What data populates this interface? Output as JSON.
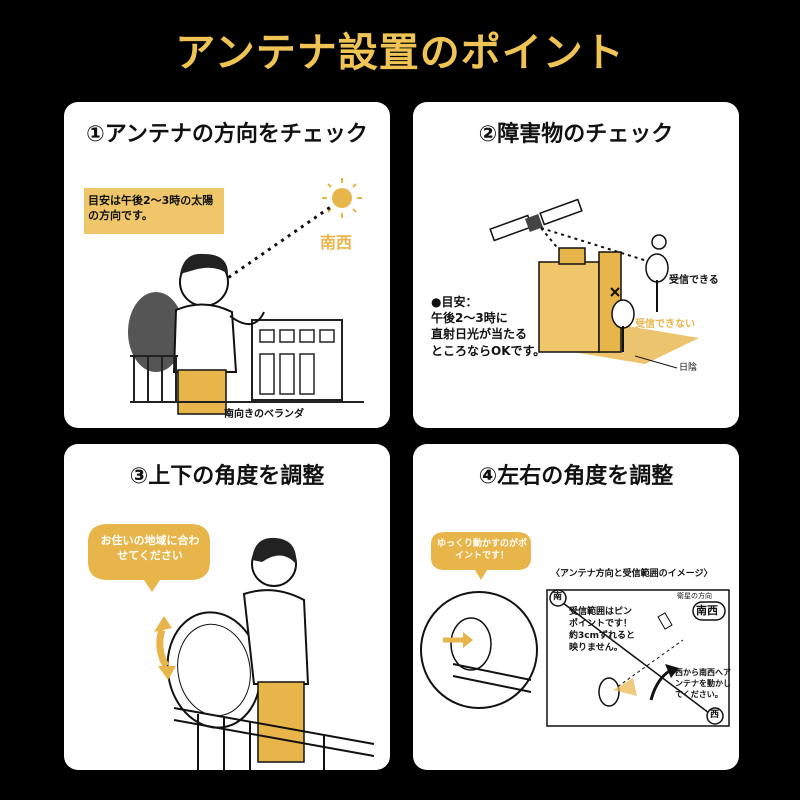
{
  "title": "アンテナ設置のポイント",
  "colors": {
    "accent": "#f0c454",
    "panel_bg": "#ffffff",
    "page_bg": "#000000",
    "gold": "#e8b54a"
  },
  "panels": [
    {
      "heading": "①アンテナの方向をチェック",
      "note": "目安は午後2〜3時の太陽の方向です。",
      "direction": "南西",
      "caption": "南向きのベランダ"
    },
    {
      "heading": "②障害物のチェック",
      "note_lines": [
        "●目安：",
        "午後2〜3時に",
        "直射日光が当たる",
        "ところならOKです。"
      ],
      "ok_label": "受信できる",
      "ng_label": "受信できない",
      "shade_label": "日陰"
    },
    {
      "heading": "③上下の角度を調整",
      "bubble": "お住いの地域に合わせてください"
    },
    {
      "heading": "④左右の角度を調整",
      "bubble": "ゆっくり動かすのがポイントです！",
      "diagram_title": "〈アンテナ方向と受信範囲のイメージ〉",
      "south": "南",
      "west": "西",
      "satellite_dir": "衛星の方向",
      "direction": "南西",
      "range_note": "受信範囲はピンポイントです！約3cmずれると映りません。",
      "turn_note": "西から南西へアンテナを動かしてください。"
    }
  ]
}
